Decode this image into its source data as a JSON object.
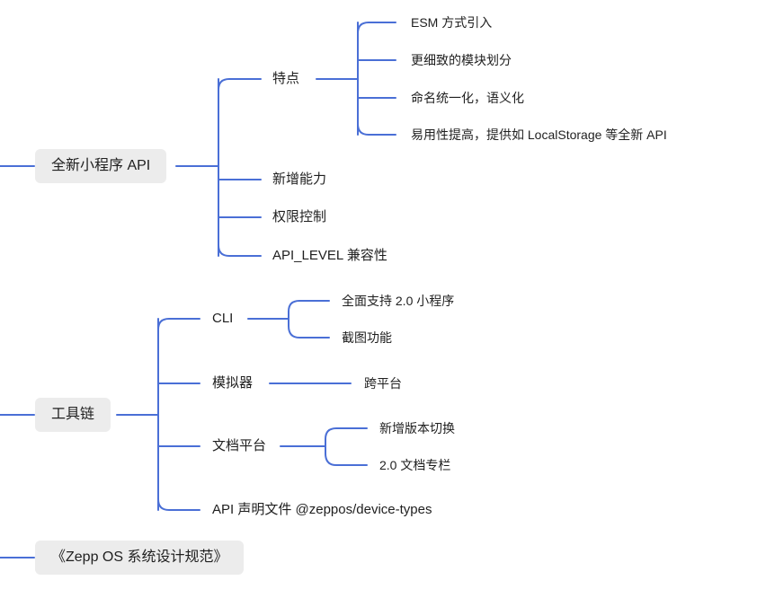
{
  "colors": {
    "connector": "#4a6fd6",
    "box_bg": "#ececec",
    "text": "#1f1f1f"
  },
  "root_items": [
    {
      "label": "全新小程序 API",
      "children": [
        {
          "label": "特点",
          "children": [
            "ESM 方式引入",
            "更细致的模块划分",
            "命名统一化，语义化",
            "易用性提高，提供如 LocalStorage 等全新 API"
          ]
        },
        {
          "label": "新增能力"
        },
        {
          "label": "权限控制"
        },
        {
          "label": "API_LEVEL 兼容性"
        }
      ]
    },
    {
      "label": "工具链",
      "children": [
        {
          "label": "CLI",
          "children": [
            "全面支持 2.0 小程序",
            "截图功能"
          ]
        },
        {
          "label": "模拟器",
          "children": [
            "跨平台"
          ]
        },
        {
          "label": "文档平台",
          "children": [
            "新增版本切换",
            "2.0 文档专栏"
          ]
        },
        {
          "label": "API 声明文件 @zeppos/device-types"
        }
      ]
    },
    {
      "label": "《Zepp OS 系统设计规范》"
    }
  ]
}
